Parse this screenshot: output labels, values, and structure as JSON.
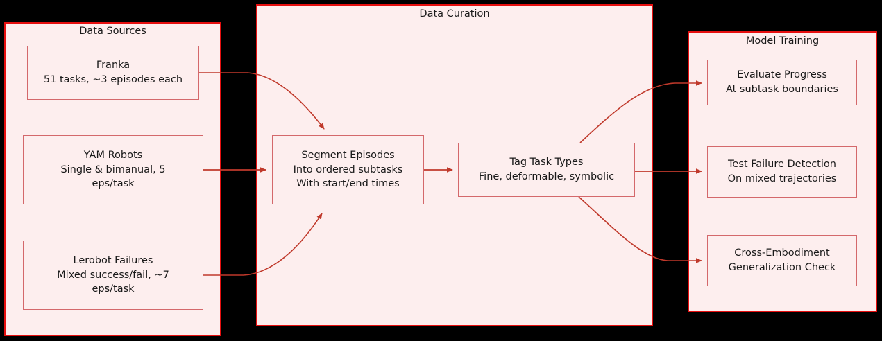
{
  "diagram": {
    "type": "flowchart",
    "direction": "left-to-right",
    "background": "#000000",
    "cluster_fill": "#fdeeee",
    "cluster_stroke": "#e60f0f",
    "node_stroke": "#d4686b",
    "edge_color": "#c0392b",
    "text_color": "#1a1a1a"
  },
  "clusters": [
    {
      "id": "data-sources",
      "title": "Data Sources",
      "nodes": [
        {
          "id": "franka",
          "lines": [
            "Franka",
            "51 tasks, ~3 episodes each"
          ]
        },
        {
          "id": "yam-robots",
          "lines": [
            "YAM Robots",
            "Single & bimanual, 5",
            "eps/task"
          ]
        },
        {
          "id": "lerobot-failures",
          "lines": [
            "Lerobot Failures",
            "Mixed success/fail, ~7",
            "eps/task"
          ]
        }
      ]
    },
    {
      "id": "data-curation",
      "title": "Data Curation",
      "nodes": [
        {
          "id": "segment-episodes",
          "lines": [
            "Segment Episodes",
            "Into ordered subtasks",
            "With start/end times"
          ]
        },
        {
          "id": "tag-task-types",
          "lines": [
            "Tag Task Types",
            "Fine, deformable, symbolic"
          ]
        }
      ]
    },
    {
      "id": "model-training",
      "title": "Model Training",
      "nodes": [
        {
          "id": "evaluate-progress",
          "lines": [
            "Evaluate Progress",
            "At subtask boundaries"
          ]
        },
        {
          "id": "test-failure-detection",
          "lines": [
            "Test Failure Detection",
            "On mixed trajectories"
          ]
        },
        {
          "id": "cross-embodiment",
          "lines": [
            "Cross-Embodiment",
            "Generalization Check"
          ]
        }
      ]
    }
  ],
  "edges": [
    {
      "id": "franka-to-segment",
      "from": "franka",
      "to": "segment-episodes"
    },
    {
      "id": "yam-to-segment",
      "from": "yam-robots",
      "to": "segment-episodes"
    },
    {
      "id": "lerobot-to-segment",
      "from": "lerobot-failures",
      "to": "segment-episodes"
    },
    {
      "id": "segment-to-tag",
      "from": "segment-episodes",
      "to": "tag-task-types"
    },
    {
      "id": "tag-to-evaluate",
      "from": "tag-task-types",
      "to": "evaluate-progress"
    },
    {
      "id": "tag-to-test-failure",
      "from": "tag-task-types",
      "to": "test-failure-detection"
    },
    {
      "id": "tag-to-cross-embodiment",
      "from": "tag-task-types",
      "to": "cross-embodiment"
    }
  ]
}
